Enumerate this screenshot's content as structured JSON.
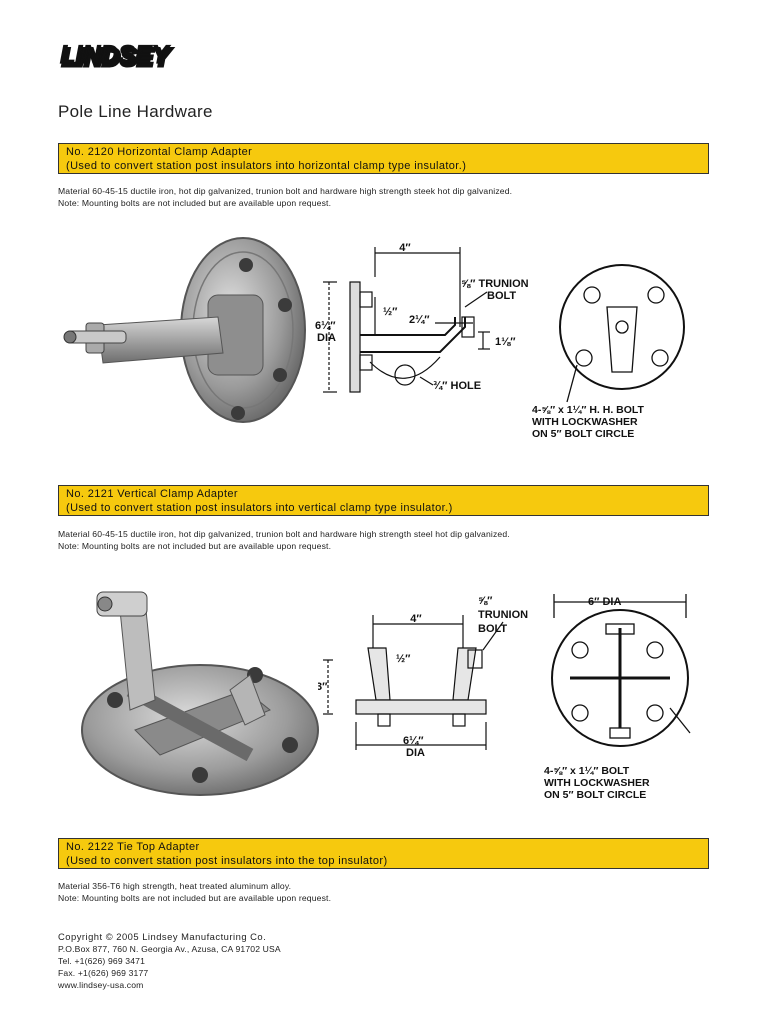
{
  "brand": {
    "logo_text": "LINDSEY"
  },
  "page_title": "Pole Line Hardware",
  "sections": [
    {
      "title": "No. 2120 Horizontal Clamp Adapter",
      "subtitle": "(Used to convert station post insulators into horizontal clamp type insulator.)",
      "material": "Material 60-45-15 ductile iron, hot dip galvanized, trunion bolt and hardware high strength steek hot dip galvanized.",
      "note": "Note: Mounting bolts are not included but are available upon request.",
      "drawing": {
        "dim_width": "4″",
        "dim_dia": "6¼″",
        "dia_word": "DIA",
        "dim_half": "½″",
        "dim_two_quarter": "2¼″",
        "dim_one_eighth": "1⅛″",
        "trunion_1": "⅝″ TRUNION",
        "trunion_2": "BOLT",
        "hole": "¾″ HOLE",
        "bolt_1": "4-⅝″ x 1¼″ H. H. BOLT",
        "bolt_2": "WITH LOCKWASHER",
        "bolt_3": "ON 5″ BOLT CIRCLE"
      }
    },
    {
      "title": "No. 2121 Vertical Clamp Adapter",
      "subtitle": "(Used to convert station post insulators into vertical  clamp type insulator.)",
      "material": "Material 60-45-15 ductile iron, hot dip galvanized, trunion bolt and hardware high strength steel hot dip galvanized.",
      "note": "Note: Mounting bolts are not included but are available upon request.",
      "drawing": {
        "trunion_1": "⅝″",
        "trunion_2": "TRUNION",
        "trunion_3": "BOLT",
        "dim_width": "4″",
        "dim_half": "½″",
        "dim_height": "3″",
        "dim_dia": "6¼″",
        "dia_word": "DIA",
        "top_dia": "6″ DIA",
        "bolt_1": "4-⅝″ x 1¼″ BOLT",
        "bolt_2": "WITH LOCKWASHER",
        "bolt_3": "ON 5″ BOLT CIRCLE"
      }
    },
    {
      "title": "No. 2122 Tie Top Adapter",
      "subtitle": "(Used to convert station post insulators into the top insulator)",
      "material": "Material 356-T6 high strength, heat treated aluminum alloy.",
      "note": "Note: Mounting bolts are not included but are available upon request."
    }
  ],
  "footer": {
    "copyright": "Copyright © 2005 Lindsey Manufacturing Co.",
    "address": "P.O.Box 877, 760 N. Georgia Av., Azusa, CA 91702 USA",
    "tel": "Tel. +1(626) 969 3471",
    "fax": "Fax. +1(626) 969 3177",
    "web": "www.lindsey-usa.com"
  }
}
